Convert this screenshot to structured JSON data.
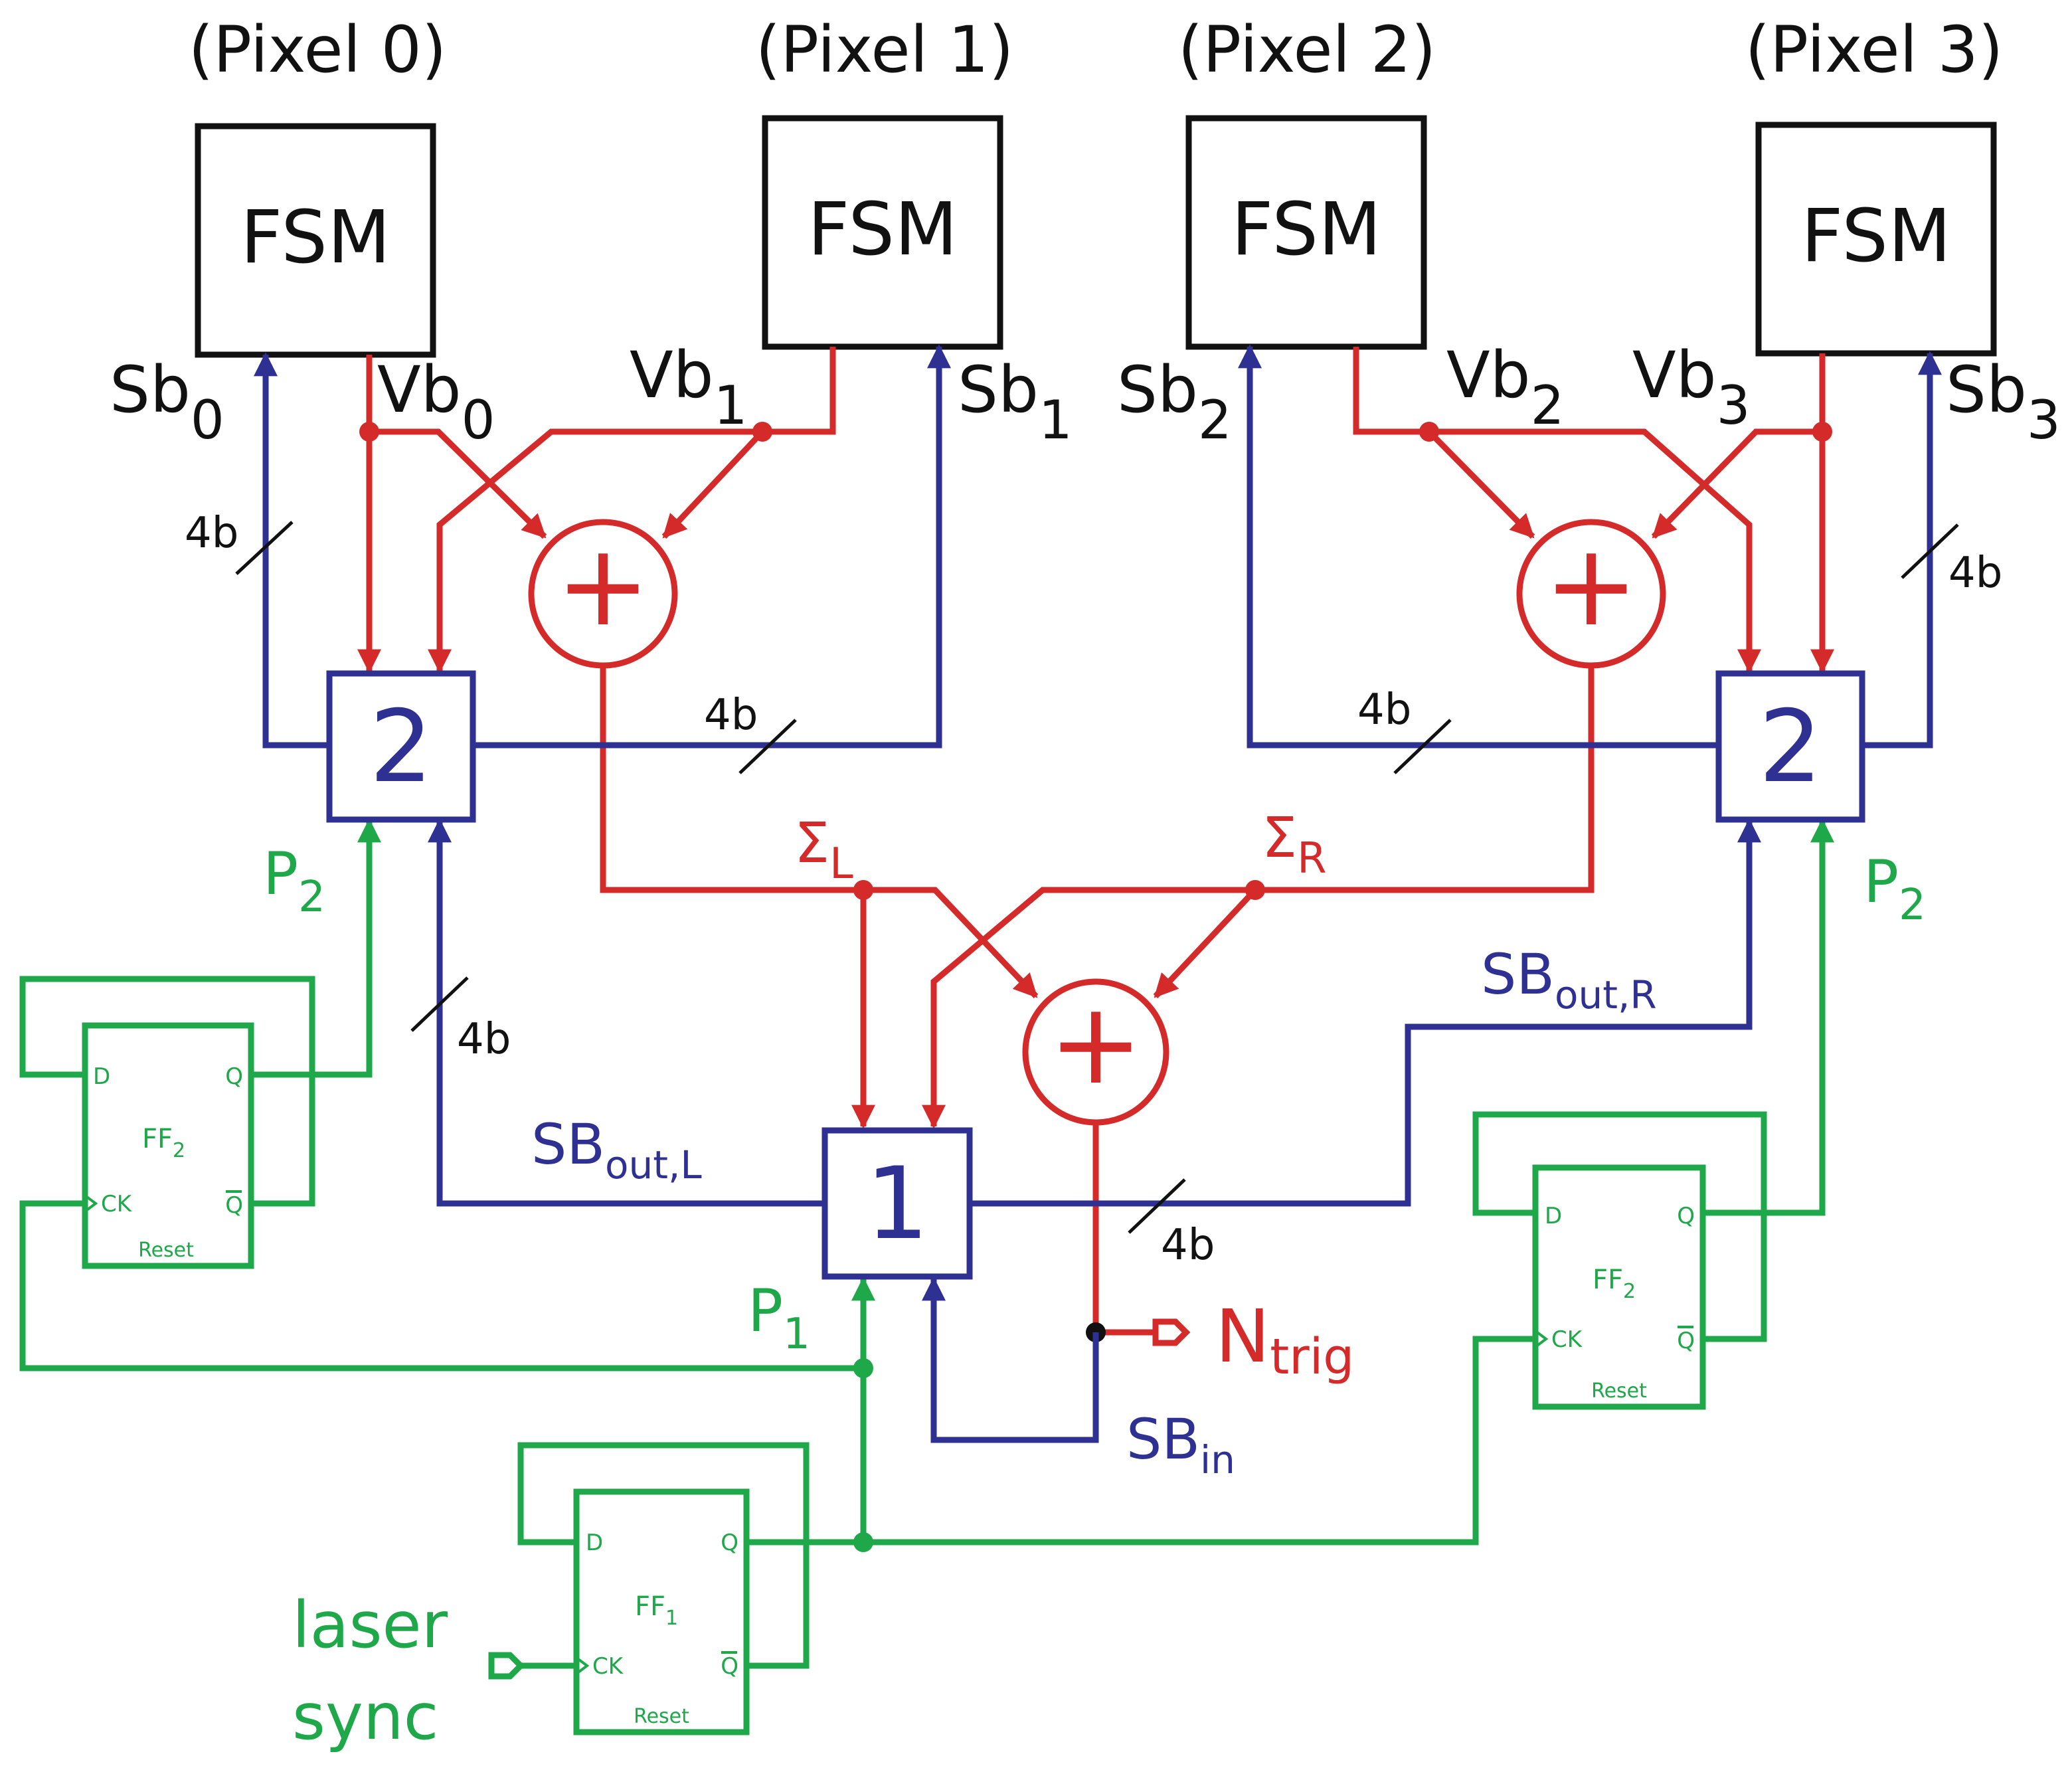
{
  "colors": {
    "red": "#d42a2a",
    "blue": "#2e3192",
    "green": "#1fa84a",
    "black": "#111111"
  },
  "pixels": [
    {
      "title": "(Pixel 0)",
      "fsm": "FSM",
      "sb": "Sb",
      "sb_sub": "0",
      "vb": "Vb",
      "vb_sub": "0"
    },
    {
      "title": "(Pixel 1)",
      "fsm": "FSM",
      "sb": "Sb",
      "sb_sub": "1",
      "vb": "Vb",
      "vb_sub": "1"
    },
    {
      "title": "(Pixel 2)",
      "fsm": "FSM",
      "sb": "Sb",
      "sb_sub": "2",
      "vb": "Vb",
      "vb_sub": "2"
    },
    {
      "title": "(Pixel 3)",
      "fsm": "FSM",
      "sb": "Sb",
      "sb_sub": "3",
      "vb": "Vb",
      "vb_sub": "3"
    }
  ],
  "bus_width": "4b",
  "comparators": {
    "left": "2",
    "right": "2",
    "center": "1"
  },
  "sigma_l": {
    "base": "Σ",
    "sub": "L"
  },
  "sigma_r": {
    "base": "Σ",
    "sub": "R"
  },
  "sb_out_l": {
    "base": "SB",
    "sub": "out,L"
  },
  "sb_out_r": {
    "base": "SB",
    "sub": "out,R"
  },
  "sb_in": {
    "base": "SB",
    "sub": "in"
  },
  "n_trig": {
    "base": "N",
    "sub": "trig"
  },
  "p1": {
    "base": "P",
    "sub": "1"
  },
  "p2": {
    "base": "P",
    "sub": "2"
  },
  "ff2": {
    "name": "FF",
    "sub": "2",
    "d": "D",
    "q": "Q",
    "qbar": "Q",
    "ck": "CK",
    "reset": "Reset"
  },
  "ff1": {
    "name": "FF",
    "sub": "1",
    "d": "D",
    "q": "Q",
    "qbar": "Q",
    "ck": "CK",
    "reset": "Reset"
  },
  "laser_sync": [
    "laser",
    "sync"
  ],
  "adder_symbol": "+"
}
